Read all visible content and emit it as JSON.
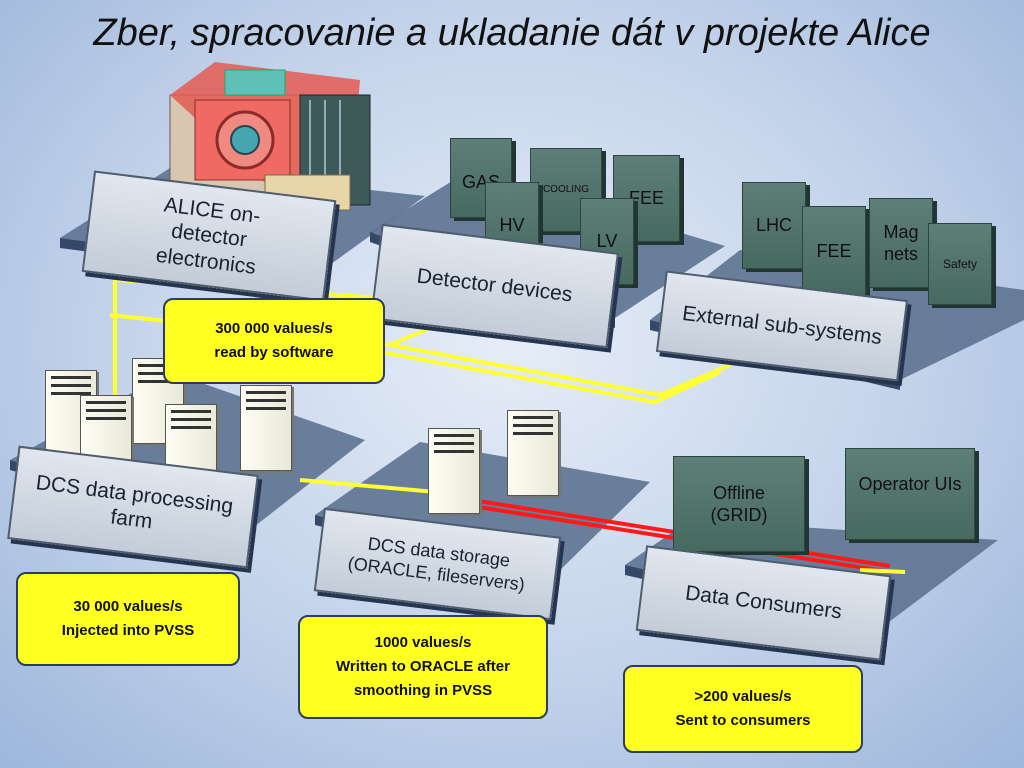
{
  "title": "Zber, spracovanie a ukladanie dát v projekte Alice",
  "platforms": {
    "alice": "ALICE on-detector electronics",
    "detector": "Detector devices",
    "external": "External sub-systems",
    "farm": "DCS data processing farm",
    "storage": "DCS data storage (ORACLE, fileservers)",
    "consumers": "Data Consumers"
  },
  "detector_devices": {
    "gas": "GAS",
    "cooling": "COOLING",
    "fee": "FEE",
    "hv": "HV",
    "lv": "LV"
  },
  "external_devices": {
    "lhc": "LHC",
    "fee": "FEE",
    "magnets": "Mag nets",
    "safety": "Safety"
  },
  "consumer_devices": {
    "offline": "Offline (GRID)",
    "operator": "Operator UIs"
  },
  "callouts": {
    "read": {
      "line1": "300 000 values/s",
      "line2": "read by software"
    },
    "injected": {
      "line1": "30 000 values/s",
      "line2": "Injected into PVSS"
    },
    "written": {
      "line1": "1000 values/s",
      "line2": "Written to ORACLE after",
      "line3": "smoothing in PVSS"
    },
    "sent": {
      "line1": ">200 values/s",
      "line2": "Sent to consumers"
    }
  },
  "colors": {
    "flow_yellow": "#ffff33",
    "flow_red": "#ff1a1a",
    "callout_fill": "#ffff22"
  }
}
